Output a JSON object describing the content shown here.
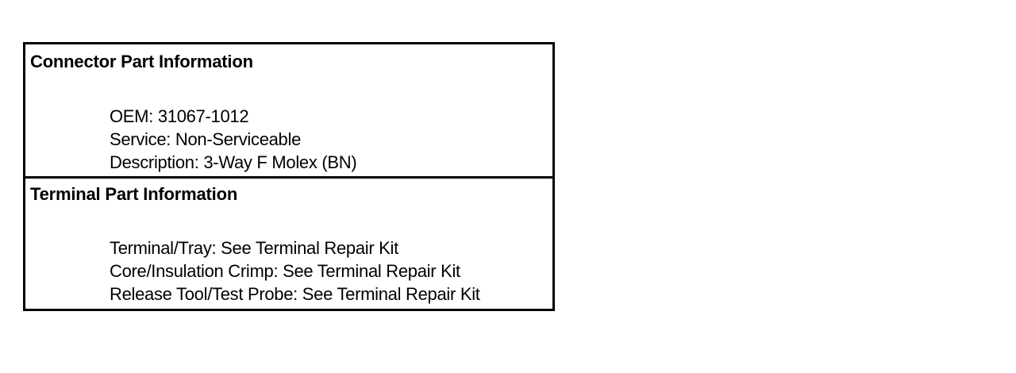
{
  "connector": {
    "title": "Connector Part Information",
    "lines": [
      "OEM: 31067-1012",
      "Service: Non-Serviceable",
      "Description: 3-Way F Molex (BN)"
    ]
  },
  "terminal": {
    "title": "Terminal Part Information",
    "lines": [
      "Terminal/Tray: See Terminal Repair Kit",
      "Core/Insulation Crimp: See Terminal Repair Kit",
      "Release Tool/Test Probe: See Terminal Repair Kit"
    ]
  }
}
